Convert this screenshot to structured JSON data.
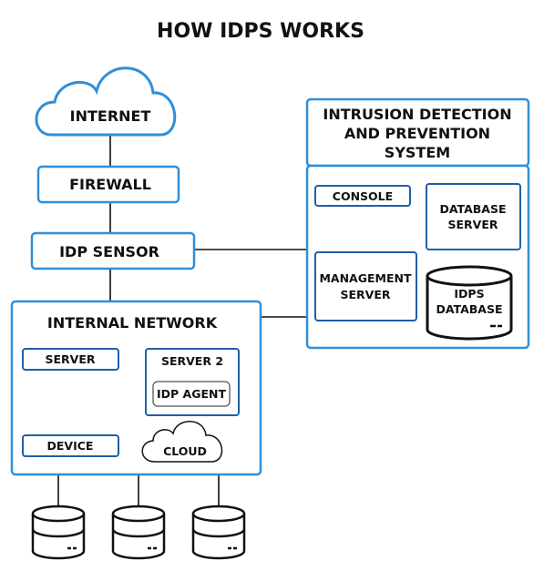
{
  "title": "HOW IDPS WORKS",
  "internet": "INTERNET",
  "firewall": "FIREWALL",
  "idp_sensor": "IDP SENSOR",
  "internal_network": {
    "title": "INTERNAL NETWORK",
    "server": "SERVER",
    "server2": "SERVER 2",
    "idp_agent": "IDP AGENT",
    "device": "DEVICE",
    "cloud": "CLOUD"
  },
  "idps": {
    "title_lines": [
      "INTRUSION DETECTION",
      "AND PREVENTION",
      "SYSTEM"
    ],
    "console": "CONSOLE",
    "database_server_lines": [
      "DATABASE",
      "SERVER"
    ],
    "management_server_lines": [
      "MANAGEMENT",
      "SERVER"
    ],
    "idps_database_lines": [
      "IDPS",
      "DATABASE"
    ]
  },
  "colors": {
    "border_blue": "#2f8fd8",
    "box_border_dark": "#1f5fa8",
    "line": "#111111"
  }
}
